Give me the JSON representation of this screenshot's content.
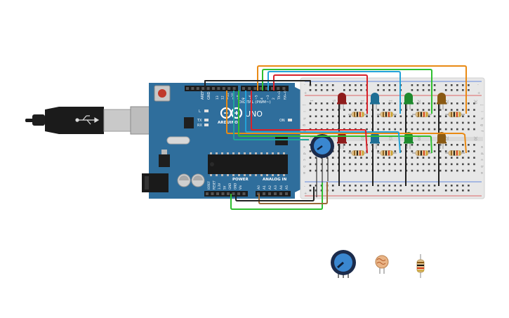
{
  "circuit_canvas": {
    "board": {
      "name": "Arduino Uno",
      "logo_text": "ARDUINO",
      "model_text": "UNO",
      "digital_header_label": "DIGITAL (PWM~)",
      "power_label": "POWER",
      "analog_label": "ANALOG IN",
      "on_label": "ON",
      "tx_label": "TX",
      "rx_label": "RX",
      "l_label": "L",
      "aref_label": "AREF",
      "gnd_label": "GND",
      "digital_pins": [
        "13",
        "12",
        "~11",
        "~10",
        "~9",
        "8",
        "7",
        "~6",
        "~5",
        "4",
        "~3",
        "2",
        "TX→1",
        "RX←0"
      ],
      "power_pins": [
        "IOREF",
        "RESET",
        "3.3V",
        "5V",
        "GND",
        "GND",
        "Vin"
      ],
      "analog_pins": [
        "A0",
        "A1",
        "A2",
        "A3",
        "A4",
        "A5"
      ]
    },
    "breadboard": {
      "row_letters_top": [
        "j",
        "i",
        "h",
        "g",
        "f"
      ],
      "row_letters_bottom": [
        "e",
        "d",
        "c",
        "b",
        "a"
      ],
      "column_numbers": [
        "1",
        "5",
        "10",
        "15",
        "20",
        "25",
        "30"
      ],
      "rail_plus": "+",
      "rail_minus": "-"
    },
    "leds": [
      {
        "color_name": "red",
        "color": "#8e1b1b"
      },
      {
        "color_name": "blue",
        "color": "#1e6e94"
      },
      {
        "color_name": "green",
        "color": "#1f8a2e"
      },
      {
        "color_name": "brown",
        "color": "#8a5a14"
      },
      {
        "color_name": "red",
        "color": "#8e1b1b"
      },
      {
        "color_name": "blue",
        "color": "#1e6e94"
      },
      {
        "color_name": "green",
        "color": "#1f8a2e"
      },
      {
        "color_name": "brown",
        "color": "#8a5a14"
      }
    ],
    "wire_colors": {
      "red": "#d8222a",
      "blue": "#22a2d8",
      "green": "#2fbf2f",
      "orange": "#e98a14",
      "black": "#222222",
      "brown": "#9a6a3a",
      "teal": "#1fa59b"
    },
    "palette_components": [
      {
        "name": "potentiometer-icon"
      },
      {
        "name": "photoresistor-icon"
      },
      {
        "name": "resistor-icon"
      }
    ],
    "colors": {
      "board_blue": "#2f6e9c",
      "breadboard": "#e7e7e7",
      "rail_red": "#d83a3a",
      "rail_blue": "#3a6ad8"
    }
  }
}
